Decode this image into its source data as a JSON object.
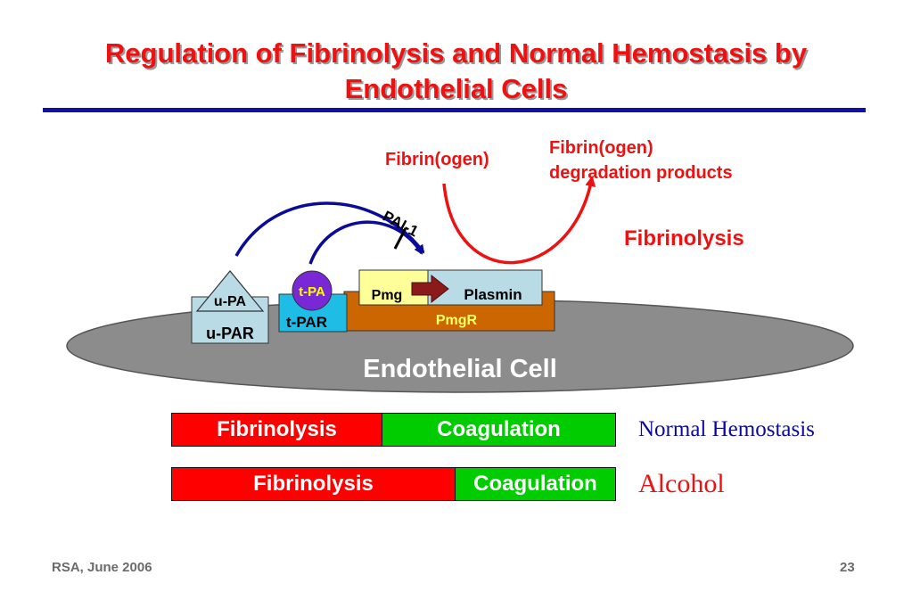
{
  "title": {
    "line1": "Regulation of Fibrinolysis and Normal Hemostasis by",
    "line2": "Endothelial Cells"
  },
  "diagram": {
    "fibrinogen": "Fibrin(ogen)",
    "degradation_line1": "Fibrin(ogen)",
    "degradation_line2": "degradation products",
    "fibrinolysis": "Fibrinolysis",
    "pai1": "PAI-1",
    "upa": "u-PA",
    "upar": "u-PAR",
    "tpa": "t-PA",
    "tpar": "t-PAR",
    "pmg": "Pmg",
    "plasmin": "Plasmin",
    "pmgr": "PmgR",
    "endothelial_cell": "Endothelial Cell"
  },
  "bars": [
    {
      "left": "Fibrinolysis",
      "right": "Coagulation",
      "label": "Normal Hemostasis",
      "label_color": "#0b0b9a",
      "fibrinolysis_fraction": 0.47
    },
    {
      "left": "Fibrinolysis",
      "right": "Coagulation",
      "label": "Alcohol",
      "label_color": "#ee1111",
      "fibrinolysis_fraction": 0.63
    }
  ],
  "footer": {
    "left": "RSA, June 2006",
    "right": "23"
  },
  "colors": {
    "title": "#ee1111",
    "rule": "#1010a8",
    "cell": "#8c8c8c",
    "receptor_box": "#b8dbe6",
    "tpar_box": "#1fbde6",
    "tpa_circle": "#7a28d6",
    "pmg_box": "#ffff99",
    "pmgr_box": "#cc6600",
    "arrow_blue": "#0b0b9a",
    "arrow_red": "#ee1111"
  }
}
